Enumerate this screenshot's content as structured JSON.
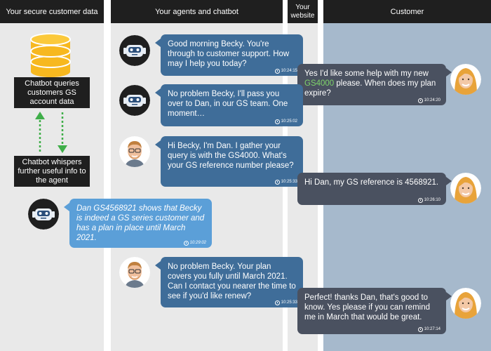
{
  "headers": {
    "secure": "Your secure customer data",
    "agents": "Your agents and chatbot",
    "website": "Your website",
    "customer": "Customer"
  },
  "left": {
    "queries_box": "Chatbot queries customers GS account data",
    "whispers_box": "Chatbot whispers further useful info to the agent",
    "arrow_color": "#3fae49"
  },
  "messages": [
    {
      "from": "chatbot",
      "text": "Good morning Becky. You're through to customer support. How may I help you today?",
      "time": "10:24:15"
    },
    {
      "from": "customer",
      "text_before": "Yes I'd like some help with my new ",
      "highlight": "GS4000",
      "text_after": " please. When does my plan expire?",
      "time": "10:24:20"
    },
    {
      "from": "chatbot",
      "text": "No problem Becky, I'll pass you over to Dan, in our GS team. One moment…",
      "time": "10:25:02"
    },
    {
      "from": "agent",
      "text": "Hi Becky, I'm Dan. I gather your query is with the GS4000. What's your GS reference number please?",
      "time": "10:25:33"
    },
    {
      "from": "customer",
      "text": "Hi Dan, my GS reference is 4568921.",
      "time": "10:26:10"
    },
    {
      "from": "chatbot-whisper",
      "text": "Dan GS4568921 shows that Becky is indeed a GS series customer and has a plan in place until March 2021.",
      "time": "10:29:02"
    },
    {
      "from": "agent",
      "text": "No problem Becky. Your plan covers you fully until March 2021. Can I contact you nearer the time to see if you'd like renew?",
      "time": "10:25:33"
    },
    {
      "from": "customer",
      "text": "Perfect! thanks Dan, that's good to know. Yes please if you can remind me in March that would be great.",
      "time": "10:27:14"
    }
  ],
  "colors": {
    "agent_bubble": "#3f6d99",
    "customer_bubble": "#4a5160",
    "whisper_bubble": "#5b9fd8",
    "customer_column": "#a6b9cc",
    "highlight": "#7fd46a"
  },
  "icons": [
    "database-icon",
    "chatbot-avatar-icon",
    "agent-avatar-icon",
    "customer-avatar-icon",
    "clock-icon",
    "arrow-up-icon",
    "arrow-down-icon"
  ]
}
